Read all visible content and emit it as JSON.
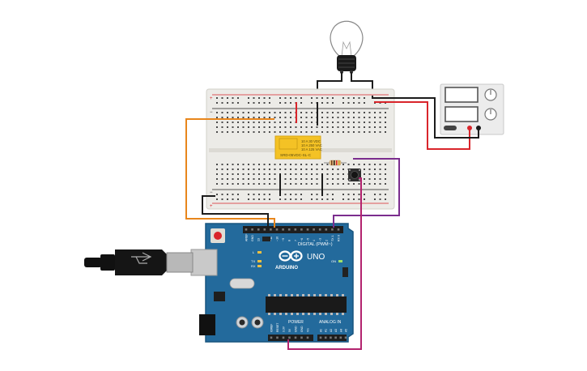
{
  "colors": {
    "background": "#ffffff",
    "breadboard": "#ecebe7",
    "breadboard_hole": "#4a4a4a",
    "rail_red": "#d9252b",
    "rail_black": "#202020",
    "arduino_board": "#236a9c",
    "arduino_dark": "#15507a",
    "relay": "#f4c225",
    "wire_orange": "#e8861c",
    "wire_purple": "#7b2d8e",
    "wire_magenta": "#b3236e",
    "wire_red": "#d9252b",
    "wire_black": "#1c1c1c",
    "power_supply": "#ececec"
  },
  "relay": {
    "line1": "10 A 30 VDC",
    "line2": "10 A 250 VAC",
    "line3": "10 A 125 VAC",
    "line4": "SRD-05VDC-SL-C",
    "icon": "relay-icon"
  },
  "arduino": {
    "brand": "ARDUINO",
    "model": "UNO",
    "digital_label": "DIGITAL (PWM~)",
    "analog_label": "ANALOG IN",
    "power_label": "POWER",
    "top_pins": [
      "AREF",
      "GND",
      "13",
      "12",
      "~11",
      "~10",
      "~9",
      "8",
      "7",
      "~6",
      "~5",
      "4",
      "~3",
      "2",
      "TX 1",
      "RX 0"
    ],
    "power_pins": [
      "IOREF",
      "RESET",
      "3.3V",
      "5V",
      "GND",
      "GND",
      "Vin"
    ],
    "analog_pins": [
      "A0",
      "A1",
      "A2",
      "A3",
      "A4",
      "A5"
    ],
    "led_l": "L",
    "led_tx": "TX",
    "led_rx": "RX",
    "on_label": "ON",
    "logo_icon": "infinity-logo-icon"
  },
  "components": {
    "bulb_icon": "light-bulb-icon",
    "button_icon": "push-button-icon",
    "resistor_icon": "resistor-icon",
    "usb_icon": "usb-cable-icon",
    "supply_icon": "power-supply-icon"
  }
}
